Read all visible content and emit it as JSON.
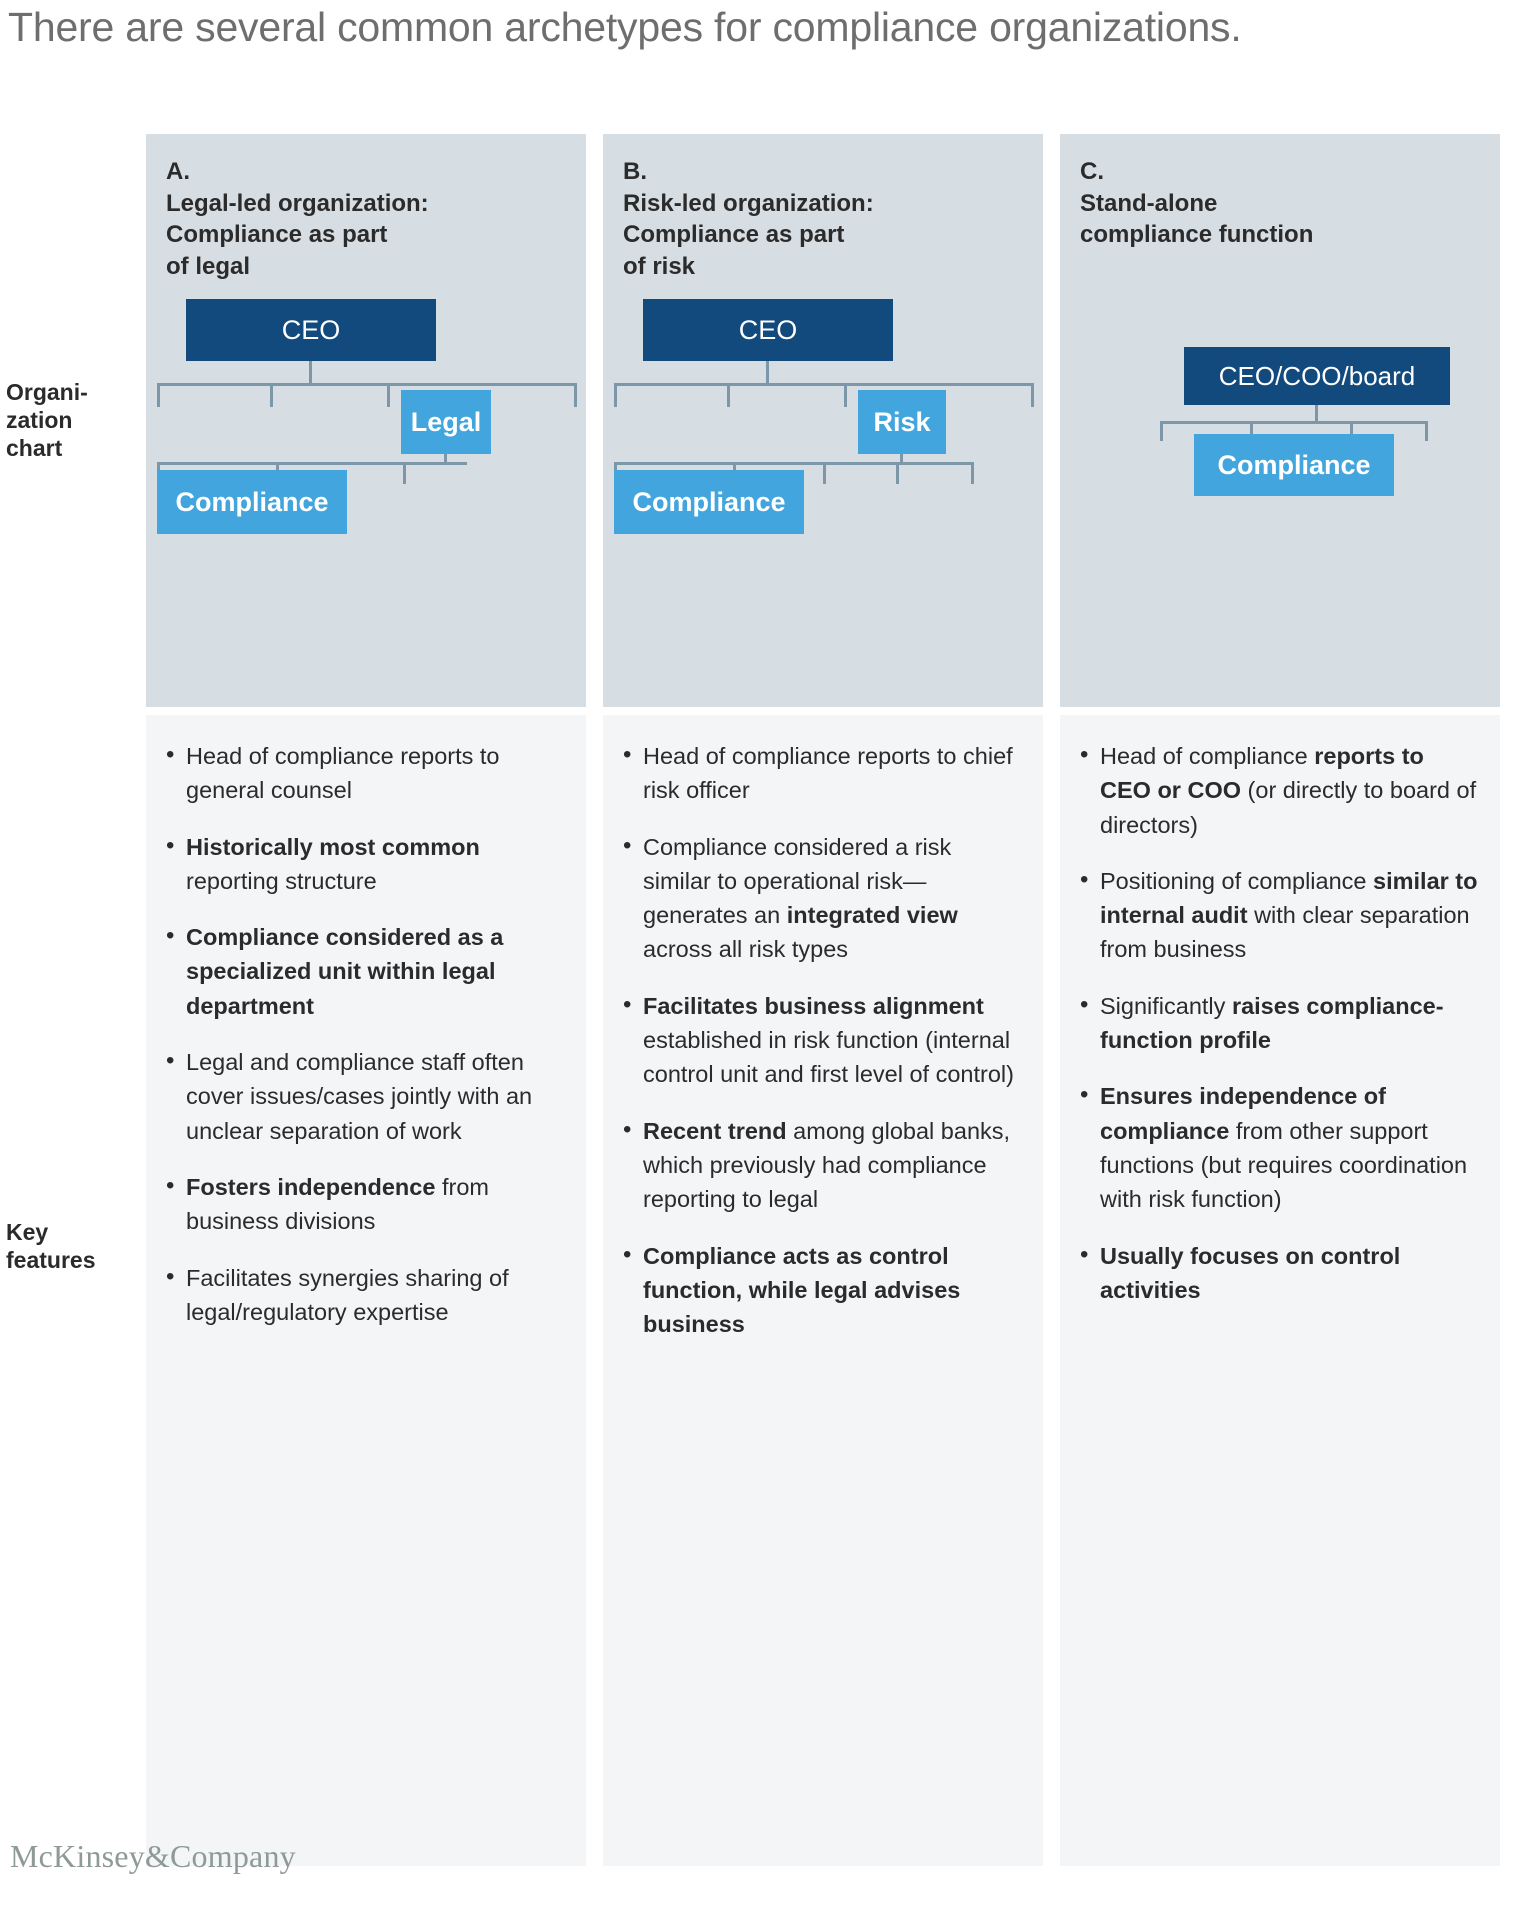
{
  "title": "There are several common archetypes for compliance organizations.",
  "row_labels": {
    "org_chart": "Organi-\nzation\nchart",
    "key_features": "Key\nfeatures"
  },
  "colors": {
    "panel_top": "#d6dde3",
    "panel_bottom": "#f4f5f7",
    "node_dark": "#124a7d",
    "node_light": "#42a5dd",
    "connector": "#7e97a8",
    "title_text": "#6e6e6e",
    "body_text": "#2b2b2b",
    "logo_text": "#8d9a98"
  },
  "footer": {
    "logo": "McKinsey&Company"
  },
  "columns": [
    {
      "id": "A",
      "letter": "A.",
      "heading": "Legal-led organization:\nCompliance as part\nof legal",
      "chart": {
        "root": "CEO",
        "mid": "Legal",
        "leaf": "Compliance"
      },
      "features": [
        [
          {
            "t": "Head of compliance reports to general counsel",
            "b": false
          }
        ],
        [
          {
            "t": "Historically most common",
            "b": true
          },
          {
            "t": " reporting structure",
            "b": false
          }
        ],
        [
          {
            "t": "Compliance considered as a specialized unit within legal department",
            "b": true
          }
        ],
        [
          {
            "t": "Legal and compliance staff often cover issues/cases jointly with an unclear separation of work",
            "b": false
          }
        ],
        [
          {
            "t": "Fosters independence",
            "b": true
          },
          {
            "t": " from business divisions",
            "b": false
          }
        ],
        [
          {
            "t": "Facilitates synergies sharing of legal/regulatory expertise",
            "b": false
          }
        ]
      ]
    },
    {
      "id": "B",
      "letter": "B.",
      "heading": "Risk-led organization:\nCompliance as part\nof risk",
      "chart": {
        "root": "CEO",
        "mid": "Risk",
        "leaf": "Compliance"
      },
      "features": [
        [
          {
            "t": "Head of compliance reports to chief risk officer",
            "b": false
          }
        ],
        [
          {
            "t": "Compliance considered a risk similar to operational risk—generates an ",
            "b": false
          },
          {
            "t": "integrated view",
            "b": true
          },
          {
            "t": " across all risk types",
            "b": false
          }
        ],
        [
          {
            "t": "Facilitates business alignment",
            "b": true
          },
          {
            "t": " established in risk function (internal control unit and first level of control)",
            "b": false
          }
        ],
        [
          {
            "t": "Recent trend",
            "b": true
          },
          {
            "t": " among global banks, which previously had compliance reporting to legal",
            "b": false
          }
        ],
        [
          {
            "t": "Compliance acts as control function, while legal advises business",
            "b": true
          }
        ]
      ]
    },
    {
      "id": "C",
      "letter": "C.",
      "heading": "Stand-alone\ncompliance function",
      "chart": {
        "root": "CEO/COO/board",
        "mid": null,
        "leaf": "Compliance"
      },
      "features": [
        [
          {
            "t": "Head of compliance ",
            "b": false
          },
          {
            "t": "reports to CEO or COO",
            "b": true
          },
          {
            "t": " (or directly to board of directors)",
            "b": false
          }
        ],
        [
          {
            "t": "Positioning of compliance ",
            "b": false
          },
          {
            "t": "similar to internal audit",
            "b": true
          },
          {
            "t": " with clear separation from business",
            "b": false
          }
        ],
        [
          {
            "t": "Significantly ",
            "b": false
          },
          {
            "t": "raises compliance-function profile",
            "b": true
          }
        ],
        [
          {
            "t": "Ensures independence of compliance",
            "b": true
          },
          {
            "t": " from other support functions (but requires coordination with risk function)",
            "b": false
          }
        ],
        [
          {
            "t": "Usually focuses on control activities",
            "b": true
          }
        ]
      ]
    }
  ]
}
